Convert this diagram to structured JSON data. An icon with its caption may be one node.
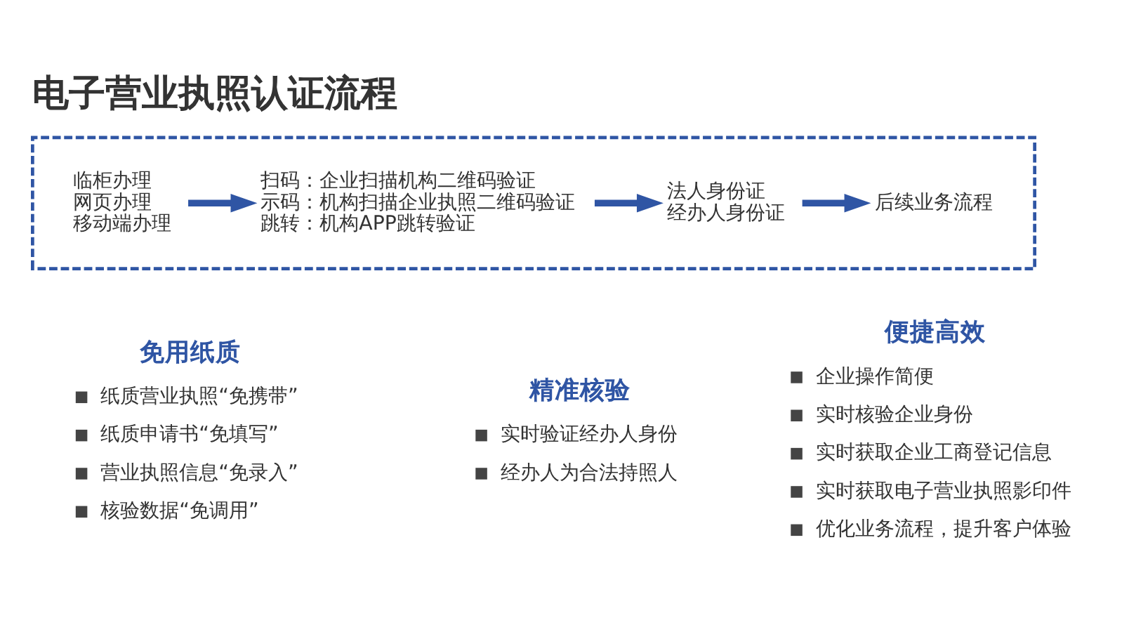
{
  "diagram": {
    "title": "电子营业执照认证流程",
    "nodes": [
      {
        "text": [],
        "shape": "box"
      },
      {
        "text": [
          "临柜办理",
          "网页办理",
          "移动端办理"
        ],
        "in": 0
      },
      {
        "text": [
          "扫码：企业扫描机构二维码验证",
          "示码：机构扫描企业执照二维码验证",
          "跳转：机构APP跳转验证"
        ],
        "in": 0
      },
      {
        "text": [
          "法人身份证",
          "经办人身份证"
        ],
        "in": 0
      },
      {
        "text": [
          "后续业务流程"
        ],
        "in": 0
      }
    ],
    "edges": [
      {
        "from": 1,
        "to": 2,
        "arrow": "to"
      },
      {
        "from": 2,
        "to": 3,
        "arrow": "to"
      },
      {
        "from": 3,
        "to": 4,
        "arrow": "to"
      }
    ],
    "labels": [
      "免用纸质",
      "纸质营业执照“免携带”",
      "纸质申请书“免填写”",
      "营业执照信息“免录入”",
      "核验数据“免调用”",
      "精准核验",
      "实时验证经办人身份",
      "经办人为合法持照人",
      "便捷高效",
      "企业操作简便",
      "实时核验企业身份",
      "实时获取企业工商登记信息",
      "实时获取电子营业执照影印件",
      "优化业务流程，提升客户体验"
    ]
  }
}
